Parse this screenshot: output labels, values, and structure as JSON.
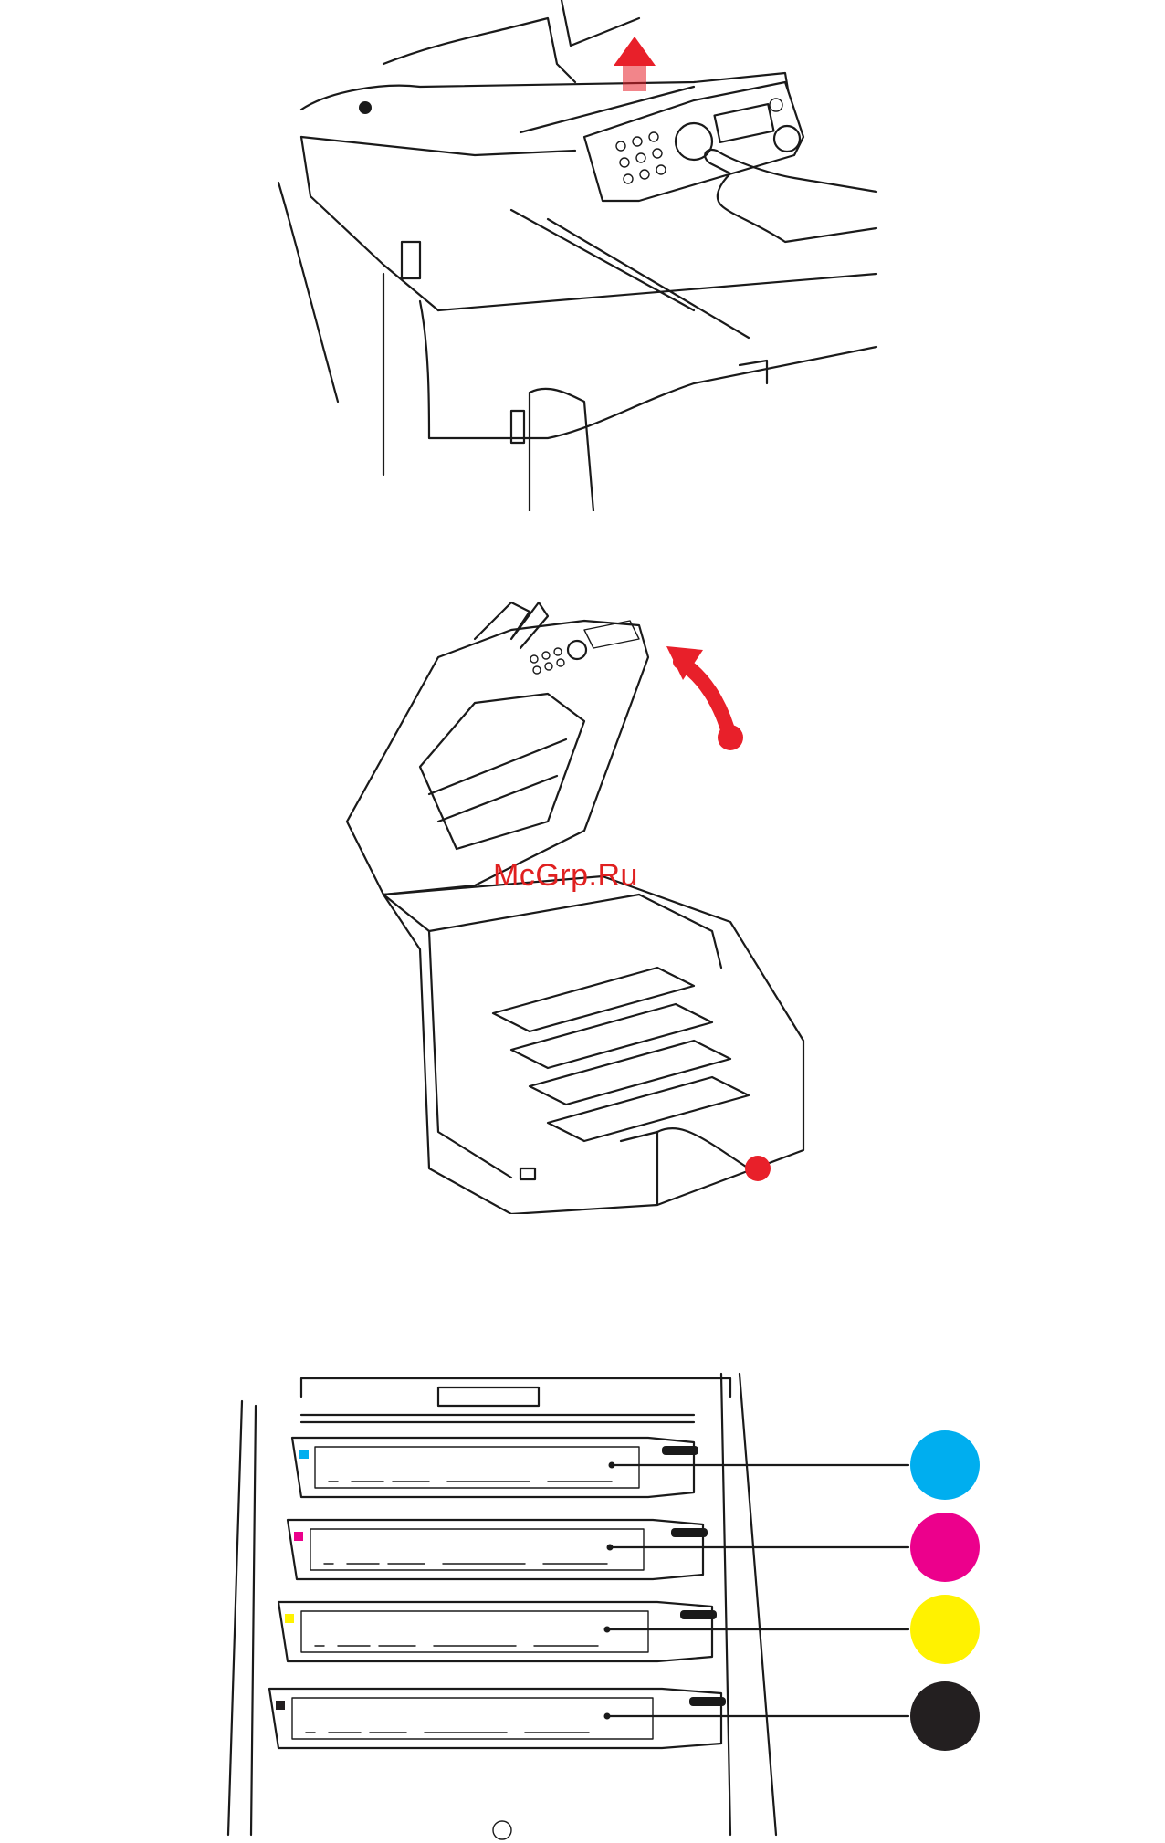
{
  "watermark": {
    "text": "McGrp.Ru"
  },
  "colors": {
    "arrow_red": "#e8202a",
    "line": "#1a1a1a",
    "cyan": "#00aeef",
    "magenta": "#ec008c",
    "yellow": "#fff200",
    "black": "#231f20"
  },
  "toner_legend": [
    {
      "color": "cyan"
    },
    {
      "color": "magenta"
    },
    {
      "color": "yellow"
    },
    {
      "color": "black"
    }
  ]
}
